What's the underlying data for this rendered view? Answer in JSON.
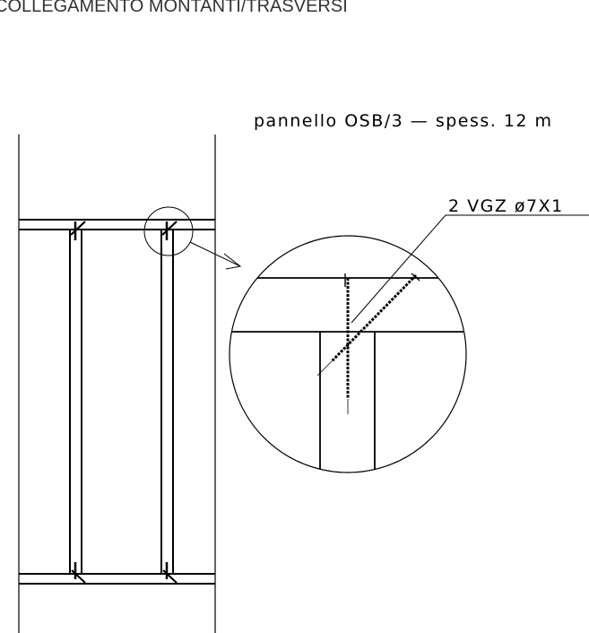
{
  "drawing": {
    "title": "COLLEGAMENTO MONTANTI/TRASVERSI",
    "panel_label": "pannello OSB/3 — spess. 12 m",
    "screw_label": "2   VGZ ø7X1"
  },
  "colors": {
    "line": "#000000",
    "title_text": "#333333",
    "background": "#ffffff"
  }
}
